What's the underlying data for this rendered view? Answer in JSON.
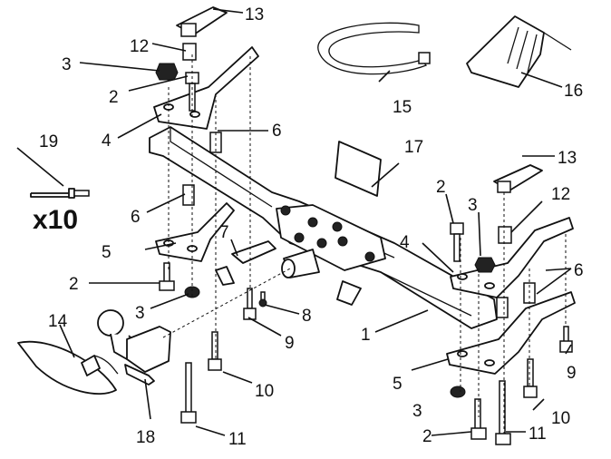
{
  "callouts": [
    "1",
    "2",
    "3",
    "4",
    "5",
    "6",
    "7",
    "8",
    "9",
    "10",
    "11",
    "12",
    "13",
    "14",
    "15",
    "16",
    "17",
    "18",
    "19"
  ],
  "multiplier": "x10"
}
